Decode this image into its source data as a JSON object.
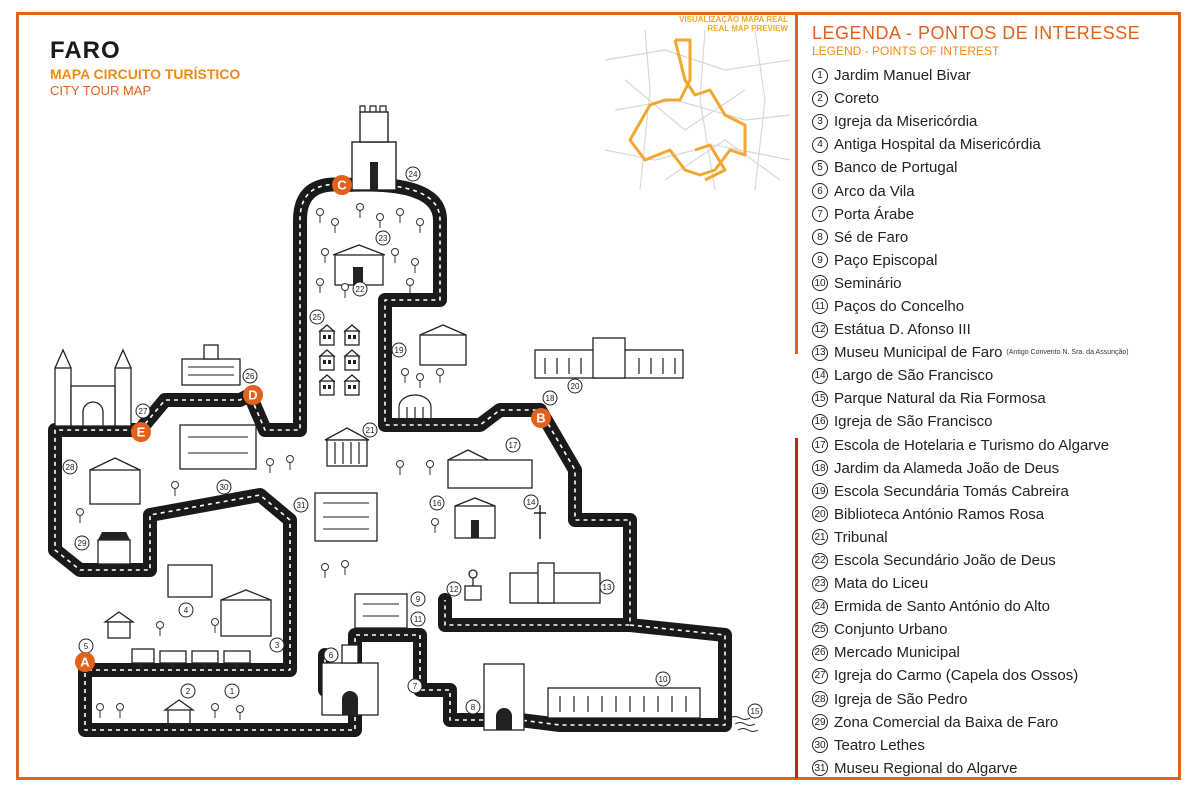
{
  "title": {
    "city": "FARO",
    "subtitle_pt": "MAPA CIRCUITO TURÍSTICO",
    "subtitle_en": "CITY TOUR MAP"
  },
  "preview": {
    "label_pt": "VISUALIZAÇÃO MAPA REAL",
    "label_en": "REAL MAP PREVIEW"
  },
  "legend": {
    "title": "LEGENDA - PONTOS DE INTERESSE",
    "subtitle": "LEGEND - POINTS OF INTEREST",
    "items": [
      {
        "num": "1",
        "label": "Jardim Manuel Bivar"
      },
      {
        "num": "2",
        "label": "Coreto"
      },
      {
        "num": "3",
        "label": "Igreja da Misericórdia"
      },
      {
        "num": "4",
        "label": "Antiga Hospital da Misericórdia"
      },
      {
        "num": "5",
        "label": "Banco de Portugal"
      },
      {
        "num": "6",
        "label": "Arco da Vila"
      },
      {
        "num": "7",
        "label": "Porta Árabe"
      },
      {
        "num": "8",
        "label": "Sé de Faro"
      },
      {
        "num": "9",
        "label": "Paço Episcopal"
      },
      {
        "num": "10",
        "label": "Seminário"
      },
      {
        "num": "11",
        "label": "Paços do Concelho"
      },
      {
        "num": "12",
        "label": "Estátua D. Afonso III"
      },
      {
        "num": "13",
        "label": "Museu Municipal de Faro",
        "note": "(Antigo Convento N. Sra. da Assunção)"
      },
      {
        "num": "14",
        "label": "Largo de São Francisco"
      },
      {
        "num": "15",
        "label": "Parque Natural da Ria Formosa"
      },
      {
        "num": "16",
        "label": "Igreja de São Francisco"
      },
      {
        "num": "17",
        "label": "Escola de Hotelaria e Turismo do Algarve"
      },
      {
        "num": "18",
        "label": "Jardim da Alameda João de Deus"
      },
      {
        "num": "19",
        "label": "Escola Secundária Tomás Cabreira"
      },
      {
        "num": "20",
        "label": "Biblioteca António Ramos Rosa"
      },
      {
        "num": "21",
        "label": "Tribunal"
      },
      {
        "num": "22",
        "label": "Escola Secundário João de Deus"
      },
      {
        "num": "23",
        "label": "Mata do Liceu"
      },
      {
        "num": "24",
        "label": "Ermida de Santo António do Alto"
      },
      {
        "num": "25",
        "label": "Conjunto Urbano"
      },
      {
        "num": "26",
        "label": "Mercado Municipal"
      },
      {
        "num": "27",
        "label": "Igreja do Carmo (Capela dos Ossos)"
      },
      {
        "num": "28",
        "label": "Igreja de São Pedro"
      },
      {
        "num": "29",
        "label": "Zona Comercial da Baixa de Faro"
      },
      {
        "num": "30",
        "label": "Teatro Lethes"
      },
      {
        "num": "31",
        "label": "Museu Regional do Algarve"
      }
    ]
  },
  "stops": [
    "A",
    "B",
    "C",
    "D",
    "E"
  ],
  "map_numbers": [
    "1",
    "2",
    "3",
    "4",
    "5",
    "6",
    "7",
    "8",
    "9",
    "10",
    "11",
    "12",
    "13",
    "14",
    "15",
    "16",
    "17",
    "18",
    "19",
    "20",
    "21",
    "22",
    "23",
    "24",
    "25",
    "26",
    "27",
    "28",
    "29",
    "30",
    "31"
  ],
  "colors": {
    "frame": "#e2611c",
    "divider_lower": "#c21f1f",
    "stop_marker": "#e2611c",
    "road": "#1a1a1a",
    "road_dash": "#ffffff",
    "preview_route": "#f0a830"
  },
  "icons": [
    "castle-icon",
    "church-icon",
    "house-icon",
    "tree-icon",
    "train-icon",
    "cross-icon",
    "fountain-icon",
    "statue-icon"
  ]
}
